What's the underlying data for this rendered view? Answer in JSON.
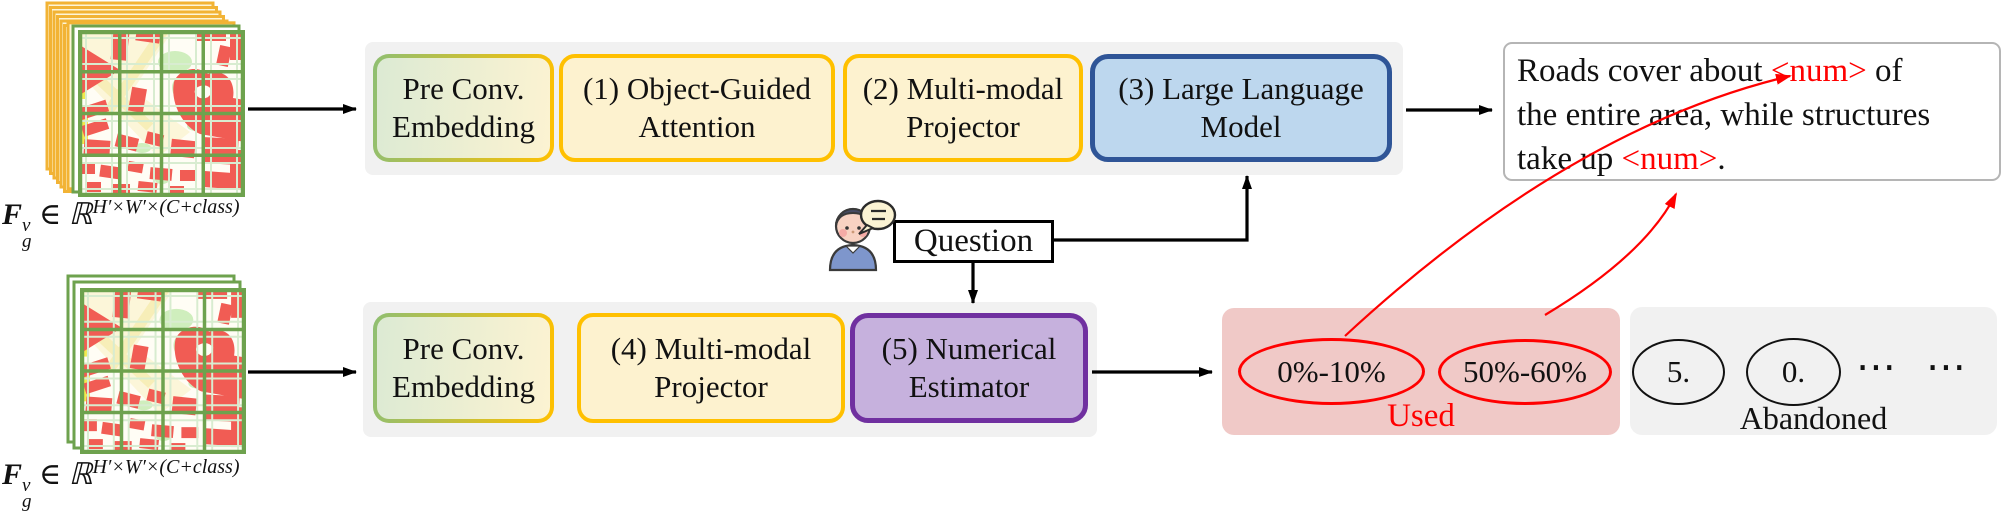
{
  "colors": {
    "gold": "#FFC000",
    "yellow_fill": "#FDF2CF",
    "green_fill": "#DCEAD3",
    "green_border": "#8FBF72",
    "blue_fill": "#BDD7EE",
    "blue_border": "#2F5597",
    "purple_fill": "#C6B1DD",
    "purple_border": "#7030A0",
    "panel_gray": "#F1F1F1",
    "red_panel": "#F0C9C7",
    "accent_red": "#FF0000",
    "map_red": "#F15C54",
    "map_green": "#CFEEBD",
    "grid_green": "#6EA24E",
    "tile_yellow_border": "#F2B335"
  },
  "inputs": {
    "top_label": {
      "tensor": "F",
      "sup": "v",
      "sub": "g",
      "element_of": "∈",
      "set": "ℝ",
      "exponent": "H′×W′×(C+class)"
    },
    "bottom_label": {
      "tensor": "F",
      "sup": "v",
      "sub": "g",
      "element_of": "∈",
      "set": "ℝ",
      "exponent": "H′×W′×(C+class)"
    }
  },
  "top_pipeline": {
    "boxes": [
      {
        "line1": "Pre Conv.",
        "line2": "Embedding"
      },
      {
        "line1": "(1) Object-Guided",
        "line2": "Attention"
      },
      {
        "line1": "(2) Multi-modal",
        "line2": "Projector"
      },
      {
        "line1": "(3) Large Language",
        "line2": "Model"
      }
    ]
  },
  "bottom_pipeline": {
    "boxes": [
      {
        "line1": "Pre Conv.",
        "line2": "Embedding"
      },
      {
        "line1": "(4) Multi-modal",
        "line2": "Projector"
      },
      {
        "line1": "(5) Numerical",
        "line2": "Estimator"
      }
    ]
  },
  "question": {
    "label": "Question"
  },
  "output_text": {
    "l1a": "Roads cover about ",
    "l1num": "<num>",
    "l1b": " of",
    "l2": "the entire area, while structures",
    "l3a": "take up ",
    "l3num": "<num>",
    "l3b": "."
  },
  "numeric_answers": {
    "used": {
      "values": [
        "0%-10%",
        "50%-60%"
      ],
      "caption": "Used"
    },
    "abandoned": {
      "values": [
        "5.",
        "0."
      ],
      "dots1": "⋯",
      "dots2": "⋯",
      "caption": "Abandoned"
    }
  }
}
